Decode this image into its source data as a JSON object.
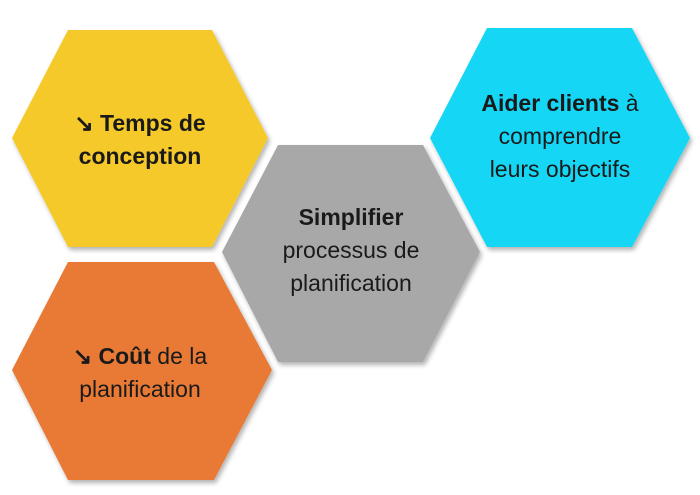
{
  "hexagons": {
    "temps": {
      "arrow": "↘",
      "bold": "Temps de",
      "line2_bold": "conception",
      "color": "#F5C92A"
    },
    "cout": {
      "arrow": "↘",
      "bold": "Coût",
      "rest": " de la",
      "line2": "planification",
      "color": "#E87A35"
    },
    "simplifier": {
      "bold": "Simplifier",
      "line2": "processus de",
      "line3": "planification",
      "color": "#A8A8A8"
    },
    "aider": {
      "bold": "Aider clients",
      "rest": " à",
      "line2": "comprendre",
      "line3": "leurs objectifs",
      "color": "#18D6F5"
    }
  }
}
